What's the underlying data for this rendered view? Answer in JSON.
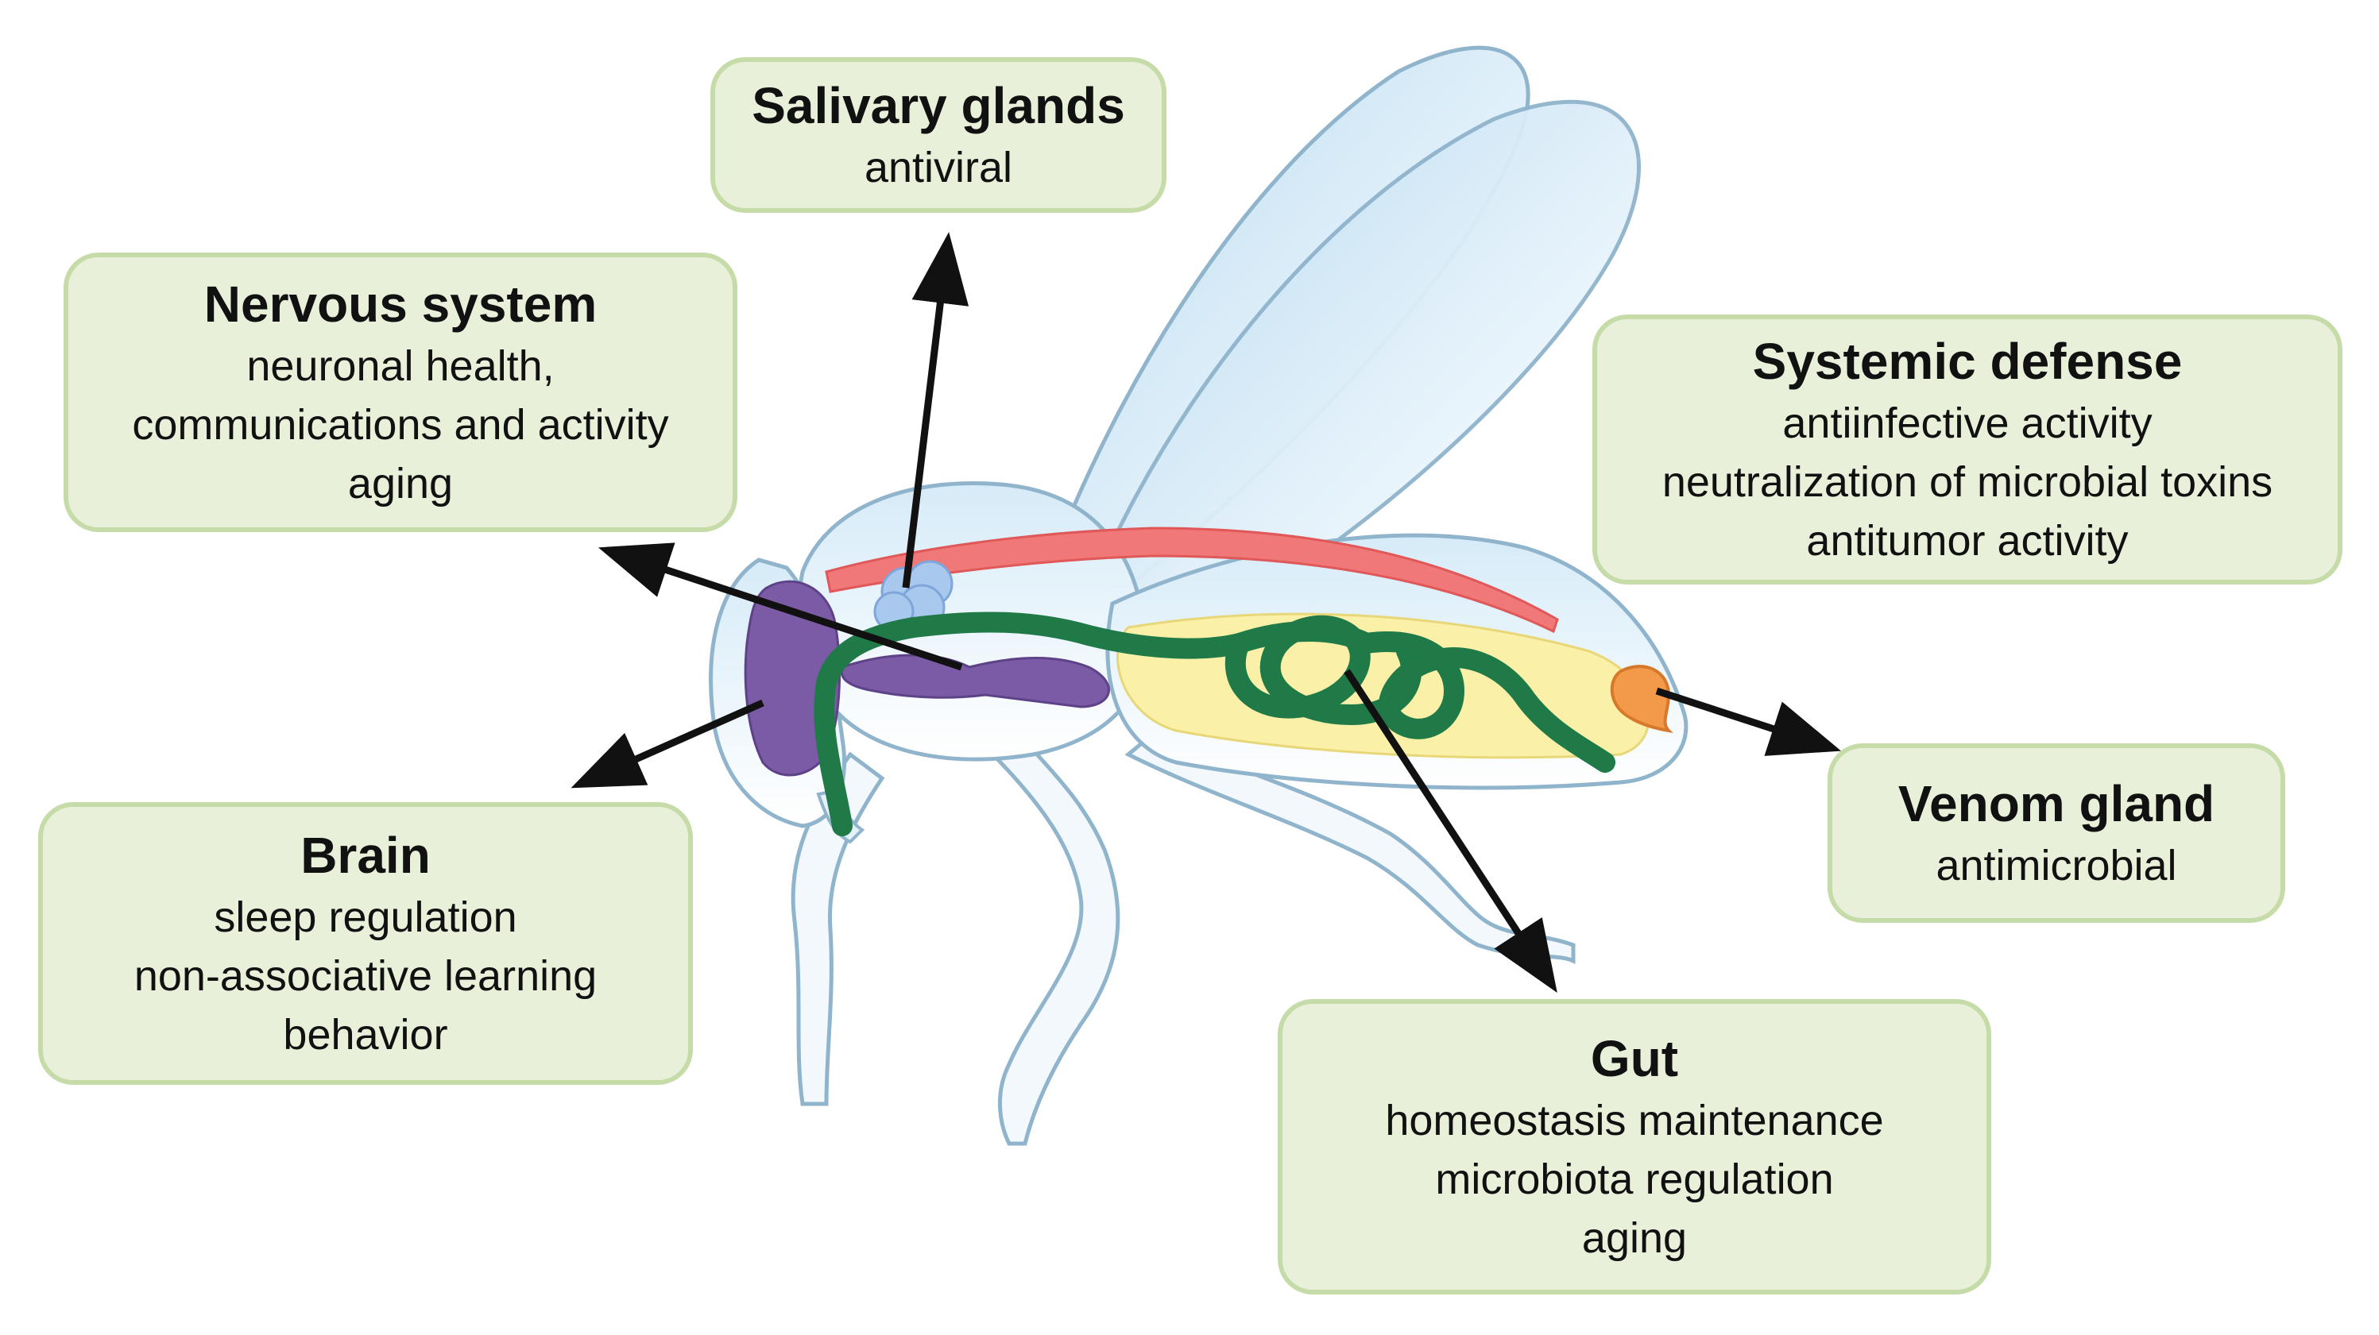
{
  "colors": {
    "box_fill": "#e8f0da",
    "box_border": "#c6dca8",
    "arrow": "#111111",
    "body_outline": "#8fb4cc",
    "body_fill": "#e4f1fa",
    "wing_fill": "#c6e2f3",
    "dorsal_vessel": "#f07878",
    "gut": "#1f7a48",
    "fat_body": "#fbf0a8",
    "brain_nerve": "#7b5aa6",
    "salivary": "#a9c8ee",
    "venom": "#f39a4a"
  },
  "labels": {
    "salivary": {
      "title": "Salivary glands",
      "lines": [
        "antiviral"
      ]
    },
    "nervous": {
      "title": "Nervous system",
      "lines": [
        "neuronal health,",
        "communications and activity",
        "aging"
      ]
    },
    "systemic": {
      "title": "Systemic defense",
      "lines": [
        "antiinfective activity",
        "neutralization of microbial toxins",
        "antitumor activity"
      ]
    },
    "brain": {
      "title": "Brain",
      "lines": [
        "sleep regulation",
        "non-associative learning",
        "behavior"
      ]
    },
    "venom": {
      "title": "Venom gland",
      "lines": [
        "antimicrobial"
      ]
    },
    "gut": {
      "title": "Gut",
      "lines": [
        "homeostasis maintenance",
        "microbiota regulation",
        "aging"
      ]
    }
  }
}
